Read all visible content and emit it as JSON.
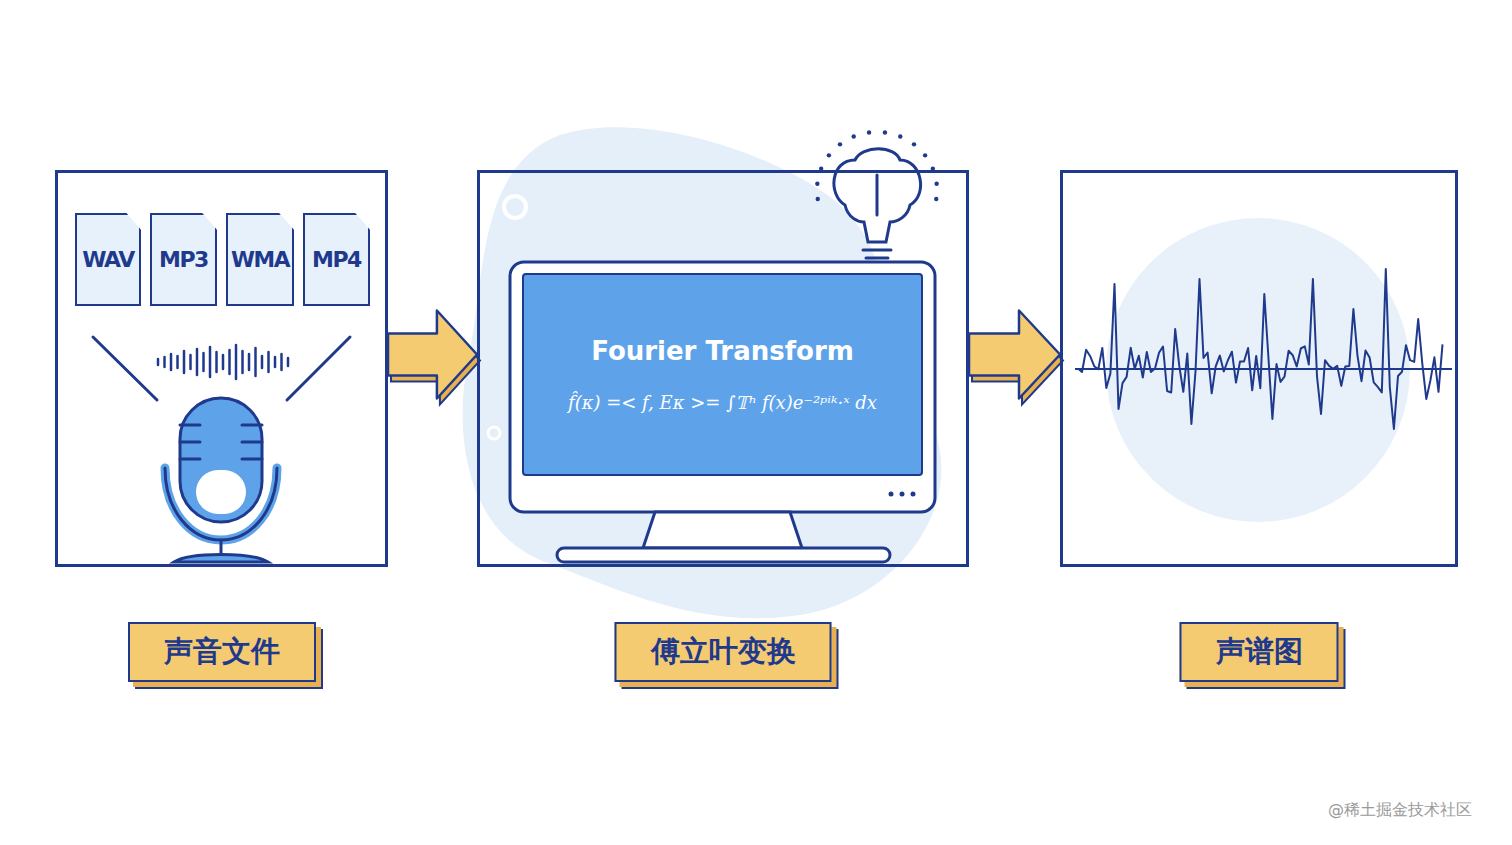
{
  "diagram": {
    "nodes": [
      {
        "text": [
          "声音文件"
        ]
      },
      {
        "text": [
          "WAV"
        ],
        "in": 0
      },
      {
        "text": [
          "MP3"
        ],
        "in": 0
      },
      {
        "text": [
          "WMA"
        ],
        "in": 0
      },
      {
        "text": [
          "MP4"
        ],
        "in": 0
      },
      {
        "text": [
          "傅立叶变换"
        ]
      },
      {
        "text": [
          "Fourier Transform",
          "f̂(κ) =< f, Eκ >= ∫𝕋ⁿ f(x)e⁻²ᵖⁱᵏ·ˣ dx"
        ],
        "in": 5
      },
      {
        "text": [
          "声谱图"
        ]
      }
    ],
    "edges": [
      {
        "from": 0,
        "to": 5,
        "arrow": "to"
      },
      {
        "from": 5,
        "to": 7,
        "arrow": "to"
      }
    ],
    "labels": [
      "@稀土掘金技术社区"
    ]
  }
}
